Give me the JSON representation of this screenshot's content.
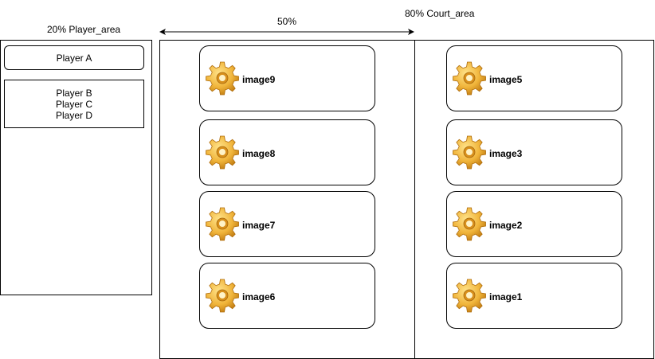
{
  "labels": {
    "player_area": "20%  Player_area",
    "court_area": "80%  Court_area",
    "half_width": "50%"
  },
  "player_area": {
    "player_a": "Player A",
    "group": [
      "Player B",
      "Player C",
      "Player D"
    ]
  },
  "court": {
    "left_column": [
      "image9",
      "image8",
      "image7",
      "image6"
    ],
    "right_column": [
      "image5",
      "image3",
      "image2",
      "image1"
    ]
  },
  "icon": "gear-icon",
  "colors": {
    "gear_light": "#ffe38a",
    "gear_mid": "#f0b43a",
    "gear_dark": "#c07a10",
    "stroke": "#000000"
  }
}
